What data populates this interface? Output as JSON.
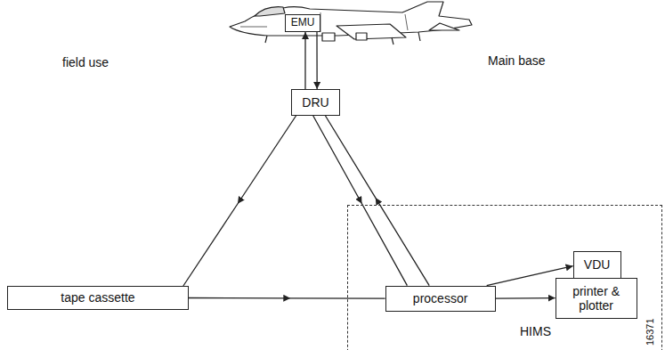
{
  "diagram": {
    "nodes": [
      {
        "text": [
          "EMU"
        ]
      },
      {
        "text": [
          "DRU"
        ]
      },
      {
        "text": [
          "tape cassette"
        ]
      },
      {
        "text": [
          "HIMS"
        ]
      },
      {
        "text": [
          "processor"
        ],
        "in": 3
      },
      {
        "text": [
          "VDU"
        ],
        "in": 3
      },
      {
        "text": [
          "printer & plotter"
        ],
        "in": 3
      }
    ],
    "edges": [
      {
        "from": 1,
        "to": 0,
        "arrow": "to"
      },
      {
        "from": 0,
        "to": 1,
        "arrow": "to"
      },
      {
        "from": 1,
        "to": 2,
        "arrow": "to"
      },
      {
        "from": 2,
        "to": 4,
        "arrow": "to"
      },
      {
        "from": 1,
        "to": 4,
        "arrow": "to"
      },
      {
        "from": 4,
        "to": 1,
        "arrow": "to"
      },
      {
        "from": 4,
        "to": 5,
        "arrow": "to"
      },
      {
        "from": 4,
        "to": 6,
        "arrow": "to"
      }
    ],
    "labels": [
      "field use",
      "Main base",
      "16371"
    ]
  }
}
